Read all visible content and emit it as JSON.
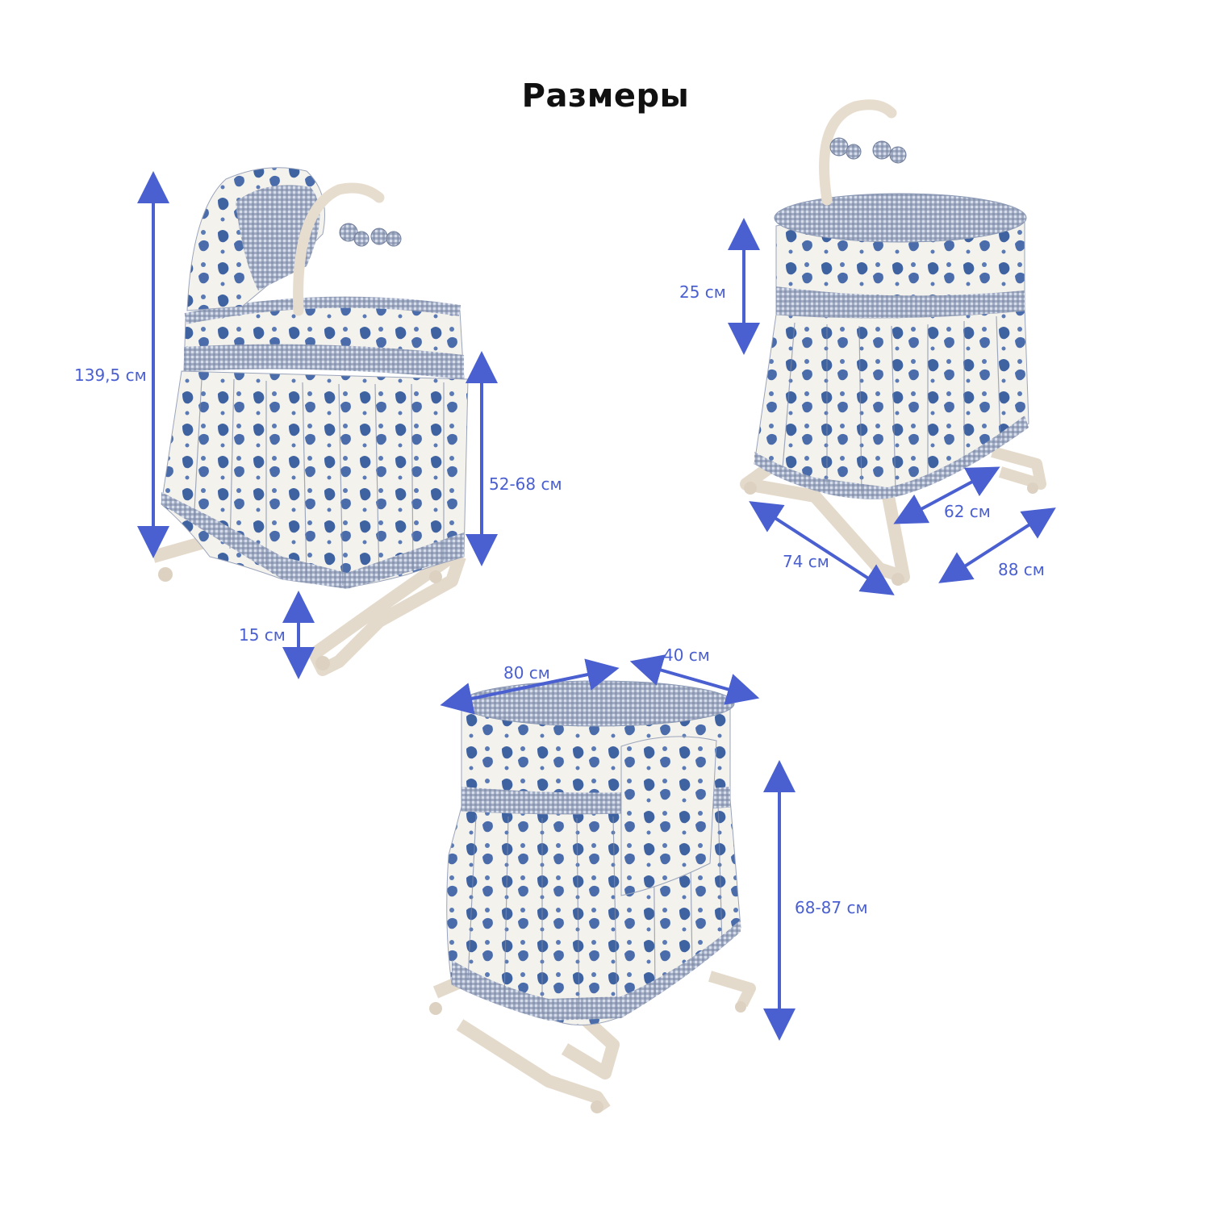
{
  "title": "Размеры",
  "colors": {
    "arrow": "#4a5fd0",
    "fabric_blue": "#3f62a0",
    "fabric_white": "#f4f2ec",
    "gingham": "#8a98b4",
    "frame": "#e9e0d4"
  },
  "views": {
    "with_canopy": {
      "labels": {
        "total_height": "139,5 см",
        "bed_height": "52-68 см",
        "tilt": "15 см"
      }
    },
    "rocker": {
      "labels": {
        "depth": "25 см",
        "width": "62 см",
        "length": "74 см",
        "base": "88 см"
      }
    },
    "bassinet": {
      "labels": {
        "length": "80 см",
        "width": "40 см",
        "height": "68-87 см"
      }
    }
  }
}
